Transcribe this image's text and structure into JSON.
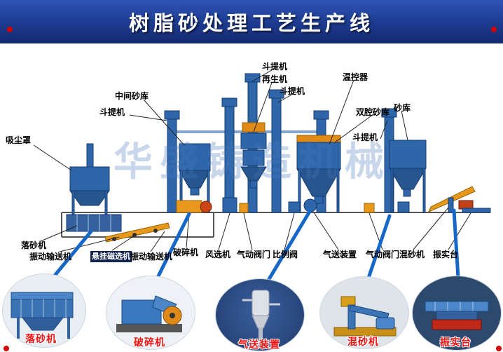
{
  "header": {
    "title": "树脂砂处理工艺生产线"
  },
  "watermark": "华盛铸造机械",
  "colors": {
    "header_blue": "#1c3a8e",
    "machine_blue": "#2f66aa",
    "accent_orange": "#e8991c",
    "connector_blue": "#1668c8",
    "label_red": "#ee1111"
  },
  "diagram_labels": [
    {
      "id": "bucket-elevator-1",
      "text": "斗提机"
    },
    {
      "id": "regenerator",
      "text": "再生机"
    },
    {
      "id": "temp-controller",
      "text": "温控器"
    },
    {
      "id": "bucket-elevator-2",
      "text": "斗提机"
    },
    {
      "id": "intermediate-sand-silo",
      "text": "中间砂库"
    },
    {
      "id": "double-chamber-sand-silo",
      "text": "双腔砂库"
    },
    {
      "id": "sand-silo",
      "text": "砂库"
    },
    {
      "id": "bucket-elevator-3",
      "text": "斗提机"
    },
    {
      "id": "bucket-elevator-4",
      "text": "斗提机"
    },
    {
      "id": "dust-hood",
      "text": "吸尘罩"
    },
    {
      "id": "shakeout-machine",
      "text": "落砂机"
    },
    {
      "id": "vibrating-conveyor-1",
      "text": "振动输送机"
    },
    {
      "id": "suspended-magnetic-separator",
      "text": "悬挂磁选机"
    },
    {
      "id": "vibrating-conveyor-2",
      "text": "振动输送机"
    },
    {
      "id": "crusher",
      "text": "破碎机"
    },
    {
      "id": "air-separator",
      "text": "风选机"
    },
    {
      "id": "pneumatic-valve-1",
      "text": "气动阀门"
    },
    {
      "id": "proportional-valve",
      "text": "比例阀"
    },
    {
      "id": "pneumatic-conveyor",
      "text": "气送装置"
    },
    {
      "id": "pneumatic-valve-2",
      "text": "气动阀门"
    },
    {
      "id": "sand-mixer",
      "text": "混砂机"
    },
    {
      "id": "compaction-table",
      "text": "振实台"
    }
  ],
  "ovals": [
    {
      "label": "落砂机"
    },
    {
      "label": "破碎机"
    },
    {
      "label": "气送装置"
    },
    {
      "label": "混砂机"
    },
    {
      "label": "振实台"
    }
  ]
}
